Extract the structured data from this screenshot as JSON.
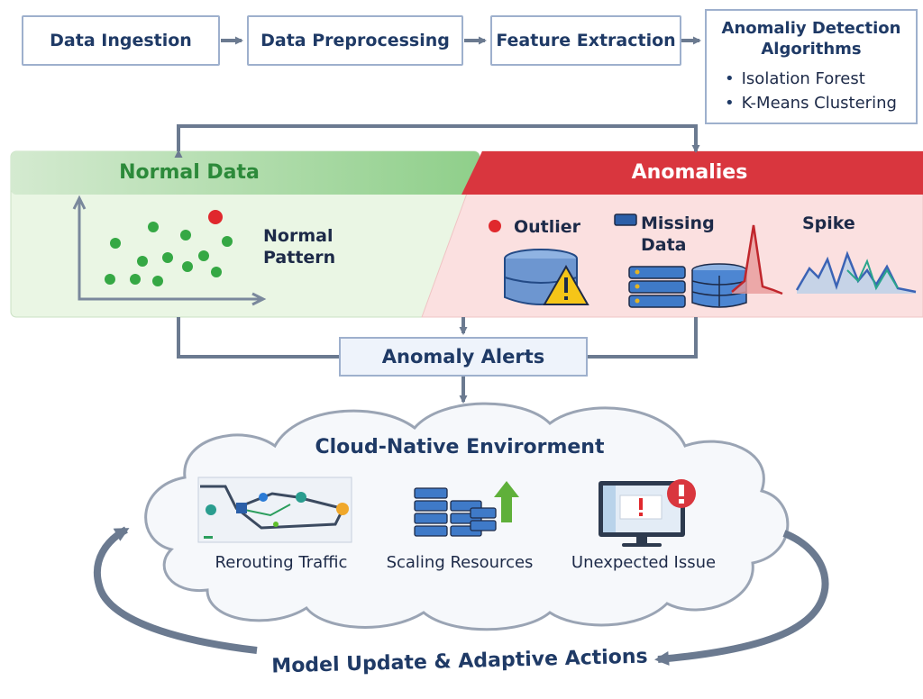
{
  "pipeline": {
    "stages": [
      "Data Ingestion",
      "Data Preprocessing",
      "Feature Extraction"
    ],
    "algorithms": {
      "title": "Anomaliy Detection Algorithms",
      "items": [
        "Isolation Forest",
        "K-Means Clustering"
      ]
    }
  },
  "normal_panel": {
    "title": "Normal Data",
    "label": "Normal Pattern",
    "color": "#2c8a3a"
  },
  "anomaly_panel": {
    "title": "Anomalies",
    "color": "#d9363e",
    "items": {
      "outlier": "Outlier",
      "missing": "Missing Data",
      "spike": "Spike"
    }
  },
  "alerts": {
    "label": "Anomaly Alerts"
  },
  "cloud": {
    "title": "Cloud-Native Envirorment",
    "actions": [
      "Rerouting Traffic",
      "Scaling Resources",
      "Unexpected Issue"
    ]
  },
  "loop": {
    "label": "Model Update & Adaptive Actions"
  },
  "colors": {
    "accent": "#1f3a66",
    "border": "#9eb0cd",
    "connector": "#6b7a90"
  }
}
